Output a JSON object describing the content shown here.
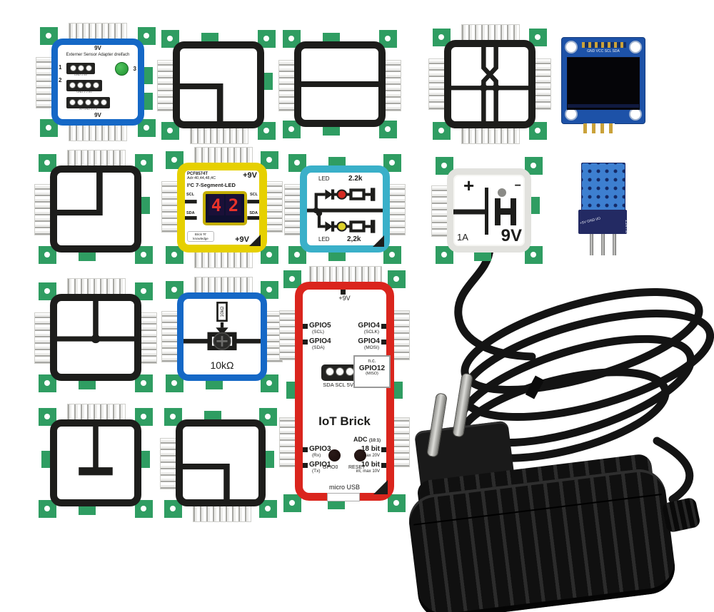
{
  "colors": {
    "tab_green": "#2f9d62",
    "frame_black": "#1d1d1b",
    "frame_blue": "#1568c6",
    "frame_yellow": "#e6d000",
    "frame_cyan": "#3ab0c9",
    "frame_red": "#da251d",
    "led_red": "#d42a22",
    "led_yellow": "#ddd12a",
    "display_red": "#e8322a",
    "oled_pcb_blue": "#1d52a8",
    "dht_sensor_blue": "#3d7fd0"
  },
  "sensor_adapter": {
    "top_voltage": "9V",
    "title": "Externer Sensor Adapter dreifach",
    "port1": "1",
    "port2": "2",
    "port3": "3",
    "header3_label": "GND 1 5V",
    "header4_label": "GND 1 2 5V",
    "header5_label": "5V GND 1 2 3",
    "bottom_voltage": "9V"
  },
  "seven_segment": {
    "chip": "PCF8574T",
    "address": "Adr:40,44,48,4C",
    "title": "I²C 7-Segment-LED",
    "top_voltage": "+9V",
    "bottom_voltage": "+9V",
    "scl_left": "SCL",
    "scl_right": "SCL",
    "sda_left": "SDA",
    "sda_right": "SDA",
    "digit1": "4",
    "digit2": "2",
    "logo": "Brick 'R' knowledge"
  },
  "led_brick": {
    "label_top": "LED",
    "resistor_top": "2.2k",
    "label_bottom": "LED",
    "resistor_bottom": "2,2k"
  },
  "power_brick": {
    "plus": "+",
    "minus": "−",
    "current": "1A",
    "voltage": "9V"
  },
  "resistor_brick": {
    "value": "10kΩ",
    "pot_label": "10kΩ"
  },
  "iot_brick": {
    "supply": "+9V",
    "gpio5": "GPIO5",
    "gpio5_sub": "(SCL)",
    "gpio4_sda": "GPIO4",
    "gpio4_sda_sub": "(SDA)",
    "gpio4_sclk": "GPIO4",
    "gpio4_sclk_sub": "(SCLK)",
    "gpio4_mosi": "GPIO4",
    "gpio4_mosi_sub": "(MOSI)",
    "nc": "n.c.",
    "gpio12": "GPIO12",
    "gpio12_sub": "(MISO)",
    "i2c_header": "SDA SCL 5V GND",
    "title": "IoT Brick",
    "adc": "ADC",
    "adc_ratio": "(10:1)",
    "gpio3": "GPIO3",
    "gpio3_sub": "(Rx)",
    "gpio1": "GPIO1",
    "gpio1_sub": "(Tx)",
    "adc18": "18 bit",
    "adc18_sub": "I2C, max 20V",
    "adc10": "10 bit",
    "adc10_sub": "int, max 10V",
    "button_gpio0": "GPIO0",
    "button_reset": "RESET",
    "usb": "micro USB"
  },
  "oled": {
    "pin_labels": "GND VCC SCL SDA"
  },
  "dht11": {
    "pin_labels": "+5V GND I/O",
    "brand": "ALLNET"
  }
}
